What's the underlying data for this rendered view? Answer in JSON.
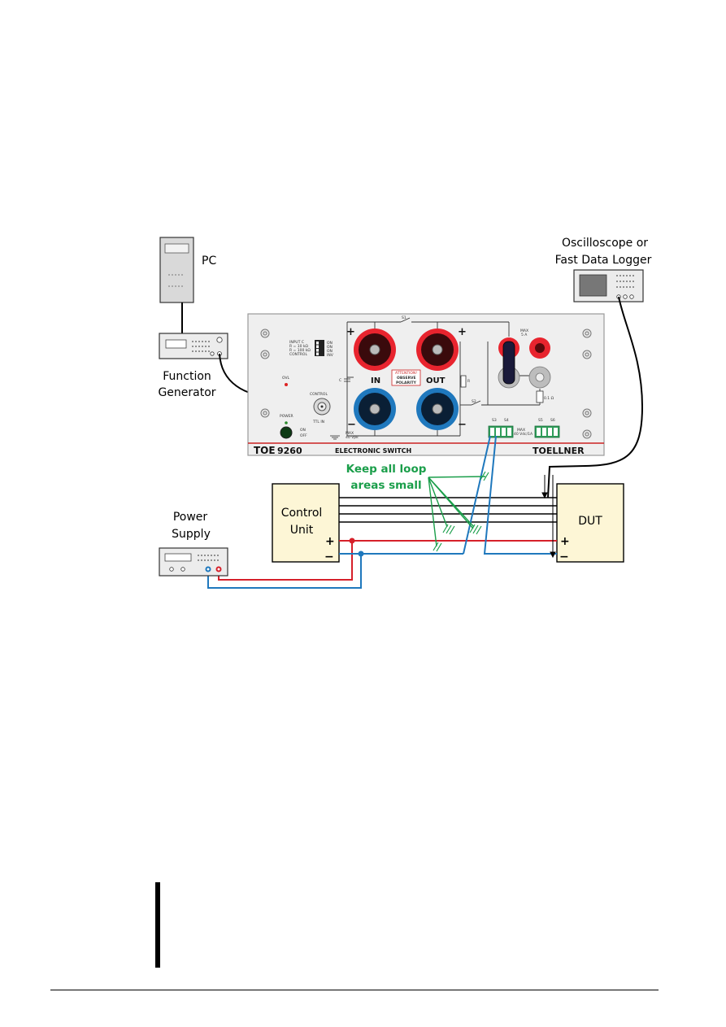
{
  "labels": {
    "pc": "PC",
    "function_generator": [
      "Function",
      "Generator"
    ],
    "power_supply": [
      "Power",
      "Supply"
    ],
    "oscilloscope": [
      "Oscilloscope or",
      "Fast Data Logger"
    ],
    "control_unit": [
      "Control",
      "Unit"
    ],
    "dut": "DUT",
    "loop_note": [
      "Keep all loop",
      "areas small"
    ]
  },
  "panel": {
    "model_prefix": "TOE",
    "model_number": "9260",
    "product_name": "ELECTRONIC  SWITCH",
    "brand": "TOELLNER",
    "in_label": "IN",
    "out_label": "OUT",
    "attention": "ATTENTION!",
    "observe": "OBSERVE",
    "polarity": "POLARITY",
    "input_c": "INPUT C",
    "r_10k": "R =  10 kΩ",
    "r_100k": "R = 100 kΩ",
    "control_small": "CONTROL",
    "sw_on1": "ON",
    "sw_on2": "ON",
    "sw_on3": "ON",
    "sw_inv": "INV",
    "ovl": "OVL",
    "control": "CONTROL",
    "ttl_in": "TTL IN",
    "power": "POWER",
    "on": "ON",
    "off": "OFF",
    "max_5a": "MAX",
    "max_5a_val": "5 A",
    "r_01": "0.1 Ω",
    "c_label": "C",
    "r_label": "R",
    "s1": "S1",
    "s2": "S2",
    "s3": "S3",
    "s4": "S4",
    "s5": "S5",
    "s6": "S6",
    "max_bottom": "MAX",
    "max_bottom_val": "40 Vpk",
    "max_right": "MAX",
    "max_right_val": "40 Vdc/1A",
    "plus": "+",
    "minus": "−"
  },
  "terminals": {
    "plus": "+",
    "minus": "−"
  },
  "colors": {
    "red_wire": "#d6202a",
    "blue_wire": "#1f78bd",
    "green_annotation": "#1a9e4a",
    "box_fill": "#fdf6d6",
    "panel_fill": "#f0f0f0"
  }
}
